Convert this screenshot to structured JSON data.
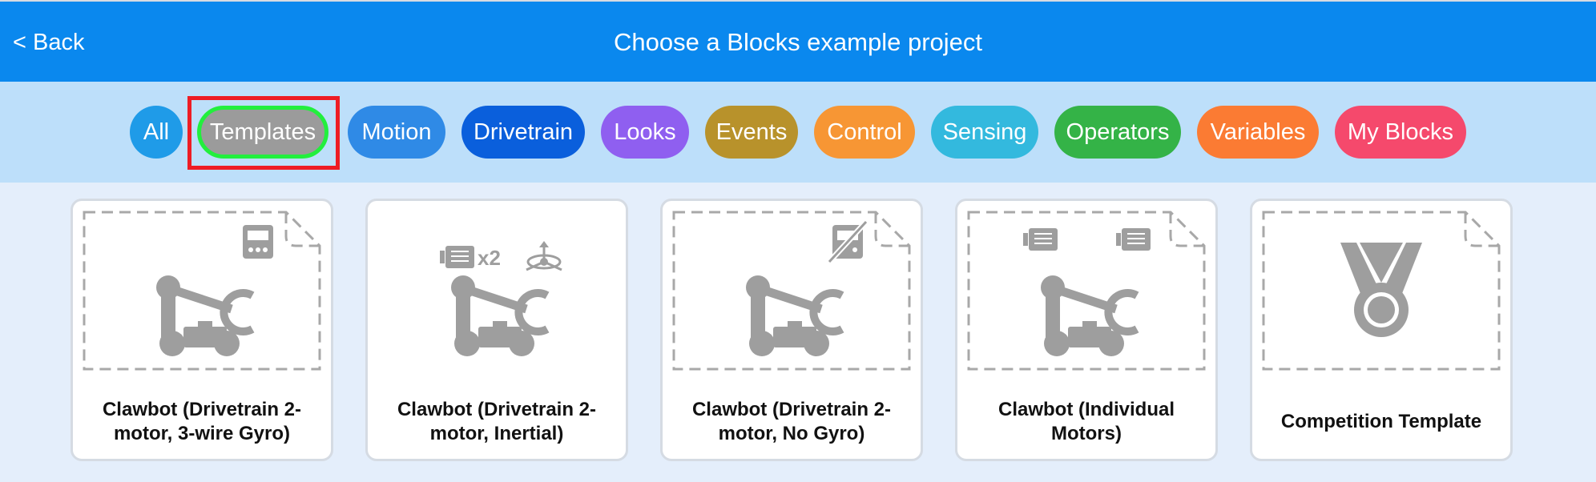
{
  "header": {
    "back_label": "< Back",
    "title": "Choose a Blocks example project",
    "background": "#0a88ee"
  },
  "filters": {
    "active": "Templates",
    "items": [
      {
        "label": "All",
        "color": "#1f9be8"
      },
      {
        "label": "Templates",
        "color": "#9b9b9b"
      },
      {
        "label": "Motion",
        "color": "#2f8ae6"
      },
      {
        "label": "Drivetrain",
        "color": "#0a5fdc"
      },
      {
        "label": "Looks",
        "color": "#8f5ff0"
      },
      {
        "label": "Events",
        "color": "#b8922b"
      },
      {
        "label": "Control",
        "color": "#f79634"
      },
      {
        "label": "Sensing",
        "color": "#33b9de"
      },
      {
        "label": "Operators",
        "color": "#34b347"
      },
      {
        "label": "Variables",
        "color": "#fb7b33"
      },
      {
        "label": "My Blocks",
        "color": "#f5496c"
      }
    ]
  },
  "projects": [
    {
      "label": "Clawbot (Drivetrain 2-\nmotor, 3-wire Gyro)",
      "badge_icon": "brain-icon"
    },
    {
      "label": "Clawbot (Drivetrain 2-\nmotor, Inertial)",
      "badge_icon": "motor-x2-and-inertial-sensor-icon",
      "badge_text": "x2"
    },
    {
      "label": "Clawbot (Drivetrain 2-\nmotor, No Gyro)",
      "badge_icon": "no-gyro-icon"
    },
    {
      "label": "Clawbot (Individual\nMotors)",
      "badge_icon": "two-motors-icon"
    },
    {
      "label": "Competition Template",
      "badge_icon": "medal-icon"
    }
  ],
  "colors": {
    "icon_gray": "#9e9e9e",
    "active_outline": "#22ef3d",
    "selection_box": "#ee1c24"
  }
}
